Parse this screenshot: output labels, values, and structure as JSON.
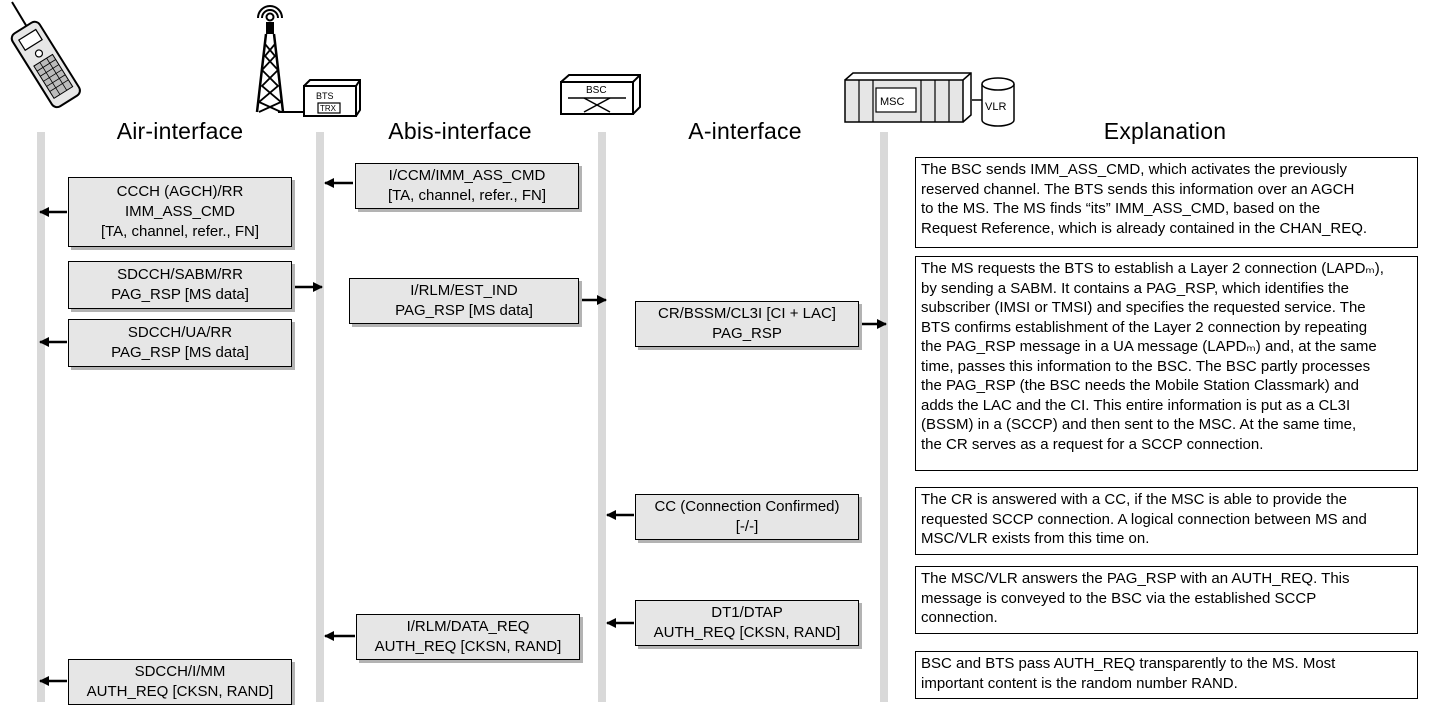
{
  "equipment": {
    "bts_label": "BTS",
    "trx_label": "TRX",
    "bsc_label": "BSC",
    "msc_label": "MSC",
    "vlr_label": "VLR"
  },
  "headers": {
    "air": "Air-interface",
    "abis": "Abis-interface",
    "a": "A-interface",
    "explanation": "Explanation"
  },
  "messages": {
    "abis_imm": [
      "I/CCM/IMM_ASS_CMD",
      "[TA, channel, refer., FN]"
    ],
    "air_imm": [
      "CCCH (AGCH)/RR",
      "IMM_ASS_CMD",
      "[TA, channel, refer., FN]"
    ],
    "air_sabm": [
      "SDCCH/SABM/RR",
      "PAG_RSP [MS data]"
    ],
    "abis_est": [
      "I/RLM/EST_IND",
      "PAG_RSP [MS data]"
    ],
    "a_cr": [
      "CR/BSSM/CL3I [CI + LAC]",
      "PAG_RSP"
    ],
    "air_ua": [
      "SDCCH/UA/RR",
      "PAG_RSP [MS data]"
    ],
    "a_cc": [
      "CC (Connection Confirmed)",
      "[-/-]"
    ],
    "a_dt1": [
      "DT1/DTAP",
      "AUTH_REQ [CKSN, RAND]"
    ],
    "abis_data": [
      "I/RLM/DATA_REQ",
      "AUTH_REQ [CKSN, RAND]"
    ],
    "air_auth": [
      "SDCCH/I/MM",
      "AUTH_REQ [CKSN, RAND]"
    ]
  },
  "explanations": [
    [
      "The BSC sends IMM_ASS_CMD, which activates the previously",
      "reserved channel. The BTS sends this information over an AGCH",
      "to the MS. The MS finds “its” IMM_ASS_CMD, based on the",
      "Request Reference, which is already contained in the CHAN_REQ."
    ],
    [
      "The MS requests the BTS to establish a Layer 2 connection (LAPDₘ),",
      "by sending a SABM. It contains a PAG_RSP, which identifies the",
      "subscriber (IMSI or TMSI) and specifies the requested service. The",
      "BTS confirms establishment of the Layer 2 connection by repeating",
      "the PAG_RSP message in a UA message (LAPDₘ) and, at the same",
      "time, passes this information to the BSC. The BSC partly processes",
      "the PAG_RSP (the BSC needs the Mobile Station Classmark) and",
      "adds the LAC and the CI. This entire information is put as a CL3I",
      "(BSSM) in a (SCCP) and then sent to the MSC. At the same time,",
      "the CR serves as a request for a SCCP connection."
    ],
    [
      "The CR is answered with a CC, if the MSC is able to provide the",
      "requested SCCP connection. A logical connection between MS and",
      "MSC/VLR exists from this time on."
    ],
    [
      "The MSC/VLR answers the PAG_RSP with an AUTH_REQ. This",
      "message is conveyed to the BSC via the established SCCP",
      "connection."
    ],
    [
      "BSC and BTS pass AUTH_REQ transparently to the MS. Most",
      "important content is the random number RAND."
    ]
  ]
}
